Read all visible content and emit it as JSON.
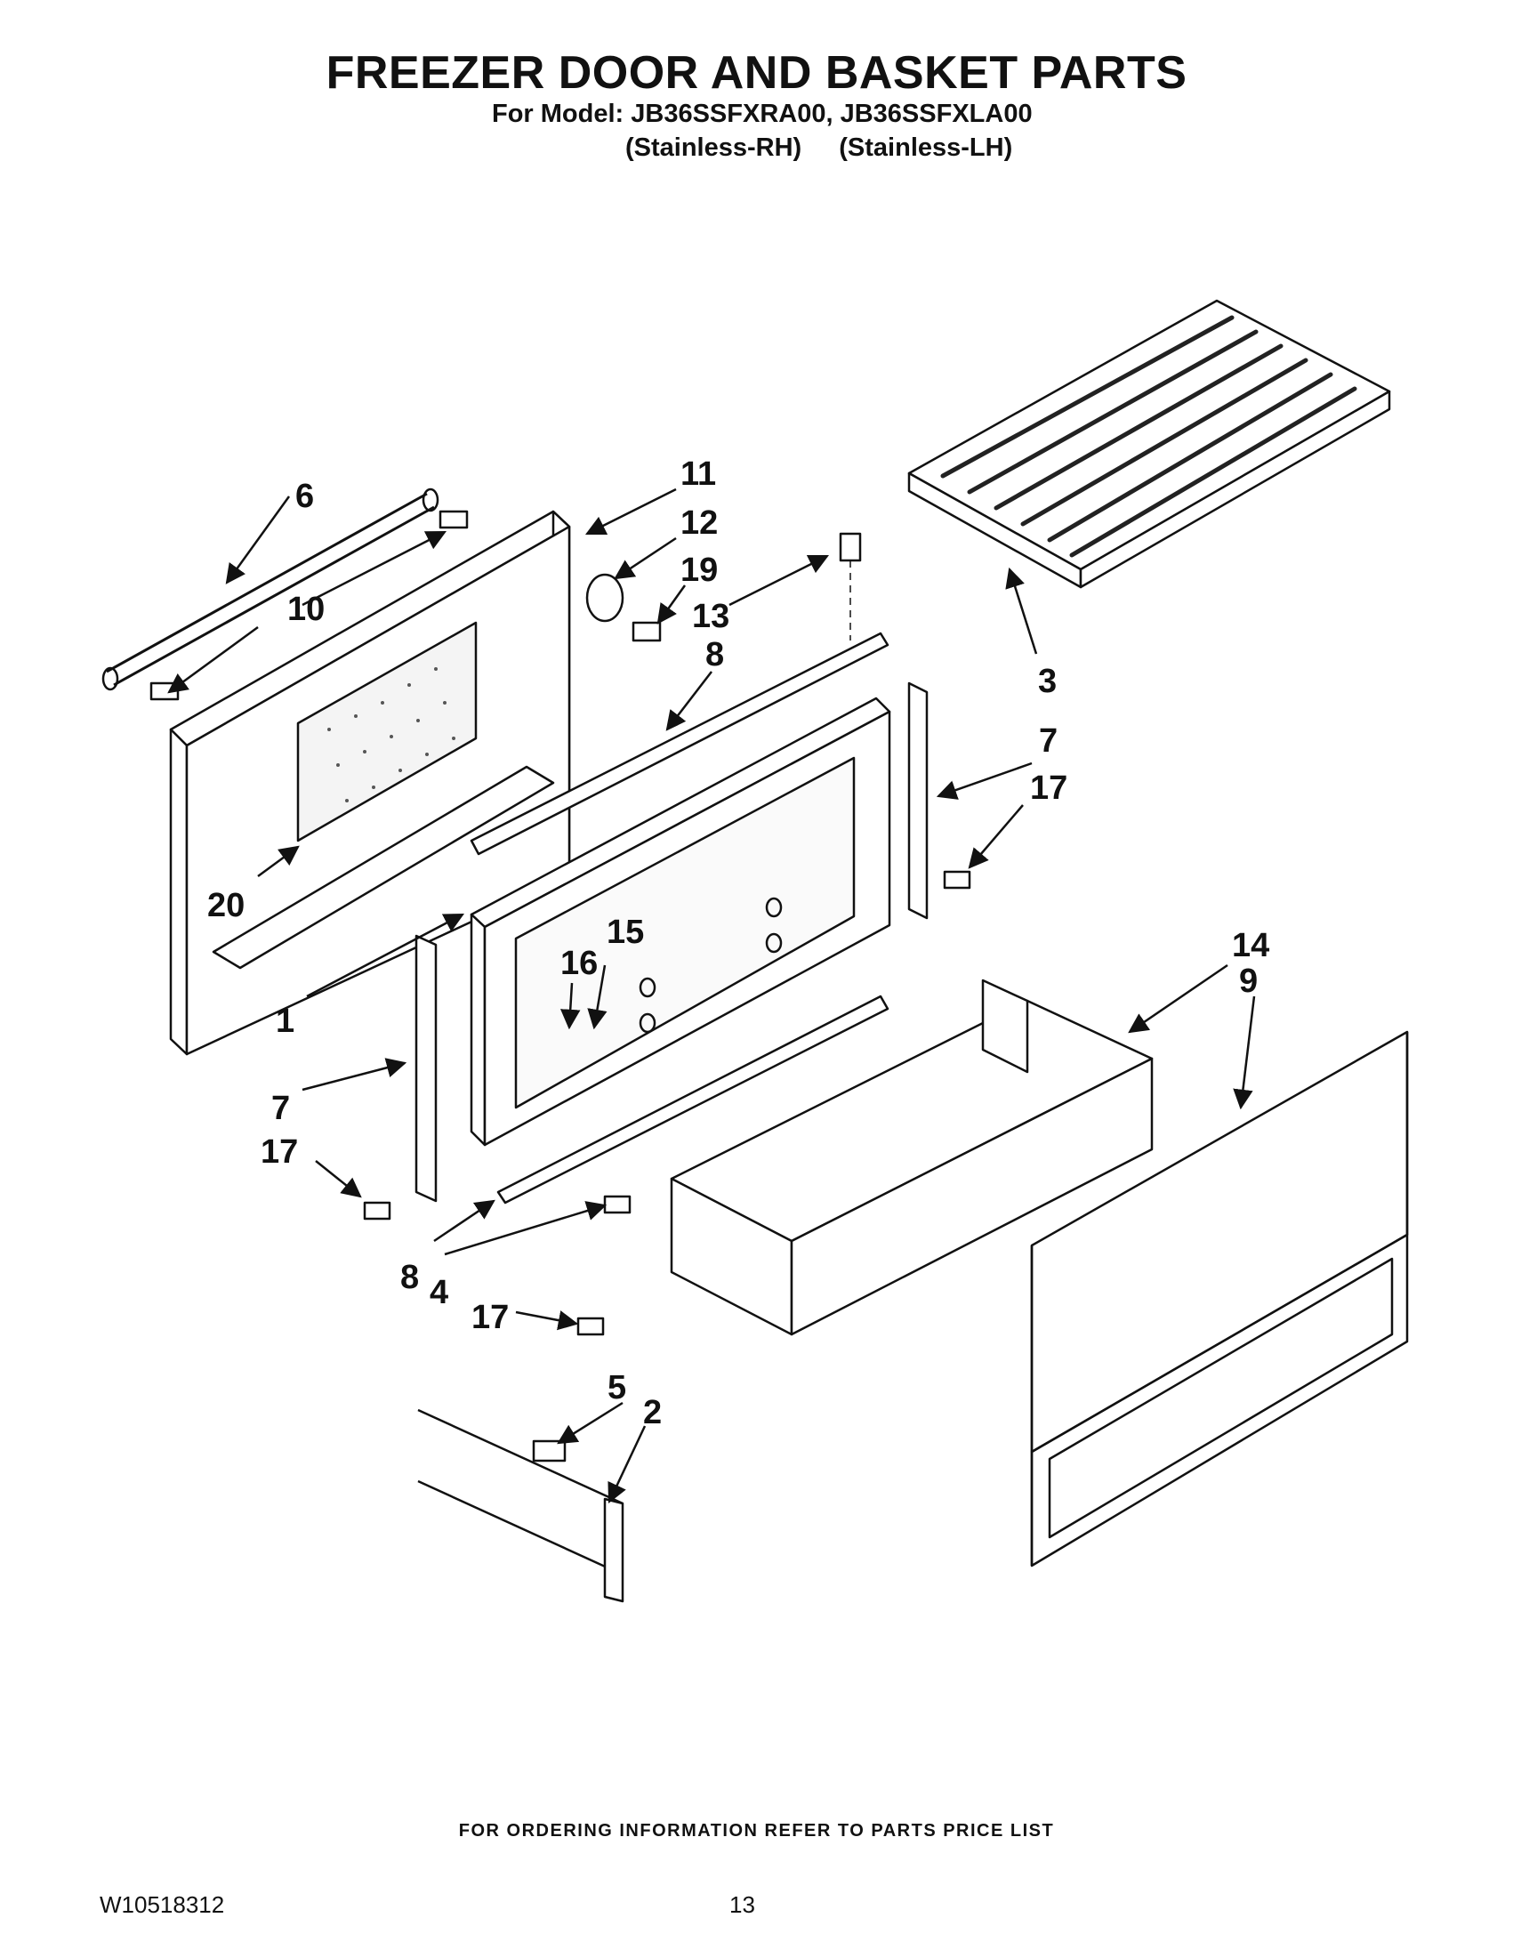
{
  "header": {
    "title": "FREEZER DOOR AND BASKET PARTS",
    "model_line": "For Model: JB36SSFXRA00, JB36SSFXLA00",
    "variants": [
      "(Stainless-RH)",
      "(Stainless-LH)"
    ]
  },
  "callouts": [
    "6",
    "11",
    "12",
    "19",
    "10",
    "13",
    "8",
    "3",
    "7",
    "17",
    "20",
    "15",
    "16",
    "1",
    "14",
    "9",
    "7",
    "17",
    "8",
    "4",
    "17",
    "5",
    "2"
  ],
  "footer": {
    "ordering_note": "FOR ORDERING INFORMATION REFER TO PARTS PRICE LIST",
    "doc_number": "W10518312",
    "page_number": "13"
  }
}
